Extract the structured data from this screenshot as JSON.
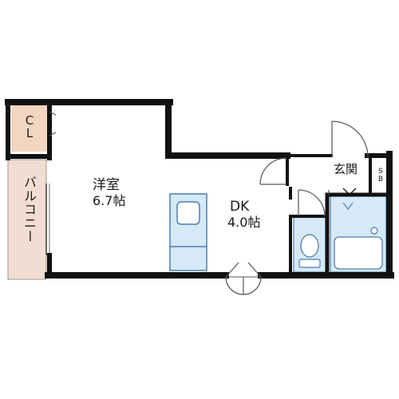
{
  "rooms": {
    "western_room": {
      "name": "洋室",
      "area": "6.7帖"
    },
    "dk": {
      "name": "DK",
      "area": "4.0帖"
    },
    "closet": {
      "name": "C\nL"
    },
    "balcony": {
      "name": "バルコニー"
    },
    "entrance": {
      "name": "玄関"
    },
    "shoe_box": {
      "name": "S\nB"
    }
  },
  "colors": {
    "wall": "#111111",
    "closet_fill": "#f3d5c0",
    "balcony_fill": "#f1ddd1",
    "fixture_fill": "#d6e9f7",
    "fixture_stroke": "#4a7fb0"
  }
}
